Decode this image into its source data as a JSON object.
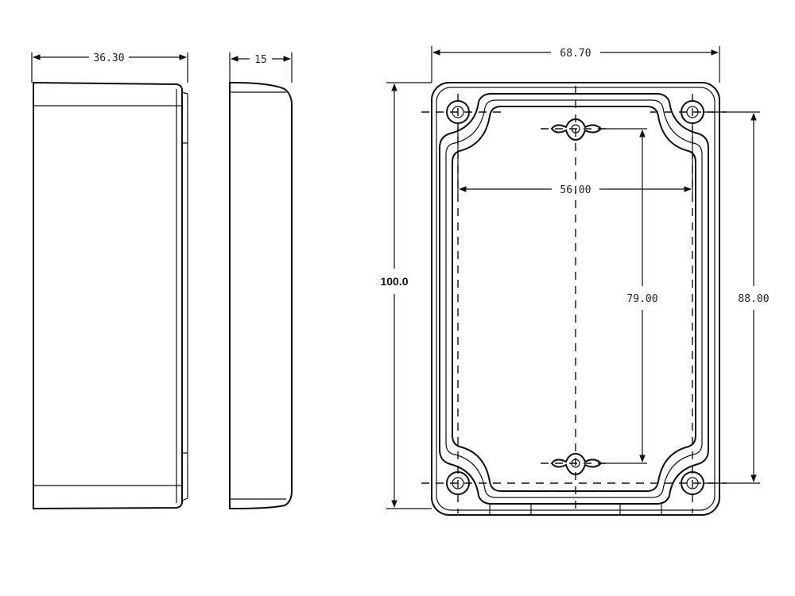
{
  "dimensions": {
    "side_width": "36.30",
    "side_depth": "15",
    "front_width": "68.70",
    "hole_spacing_x": "56.00",
    "front_height": "100.0",
    "slot_spacing_y": "79.00",
    "hole_spacing_y": "88.00"
  },
  "colors": {
    "line": "#111111",
    "background": "#ffffff"
  }
}
